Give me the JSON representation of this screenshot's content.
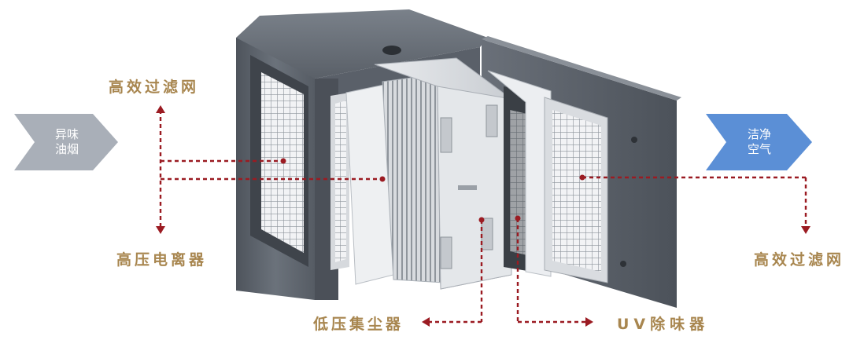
{
  "inlet_label_line1": "异味",
  "inlet_label_line2": "油烟",
  "outlet_label_line1": "洁净",
  "outlet_label_line2": "空气",
  "labels": {
    "top_left": "高效过滤网",
    "left": "高压电离器",
    "right": "高效过滤网",
    "bottom_center": "低压集尘器",
    "bottom_right": "UV除味器"
  },
  "colors": {
    "label_text": "#a8864f",
    "dashed_line": "#9b1b22",
    "inlet_arrow": "#a9afb8",
    "outlet_arrow": "#5b8fd6",
    "housing": "#5f6670"
  }
}
